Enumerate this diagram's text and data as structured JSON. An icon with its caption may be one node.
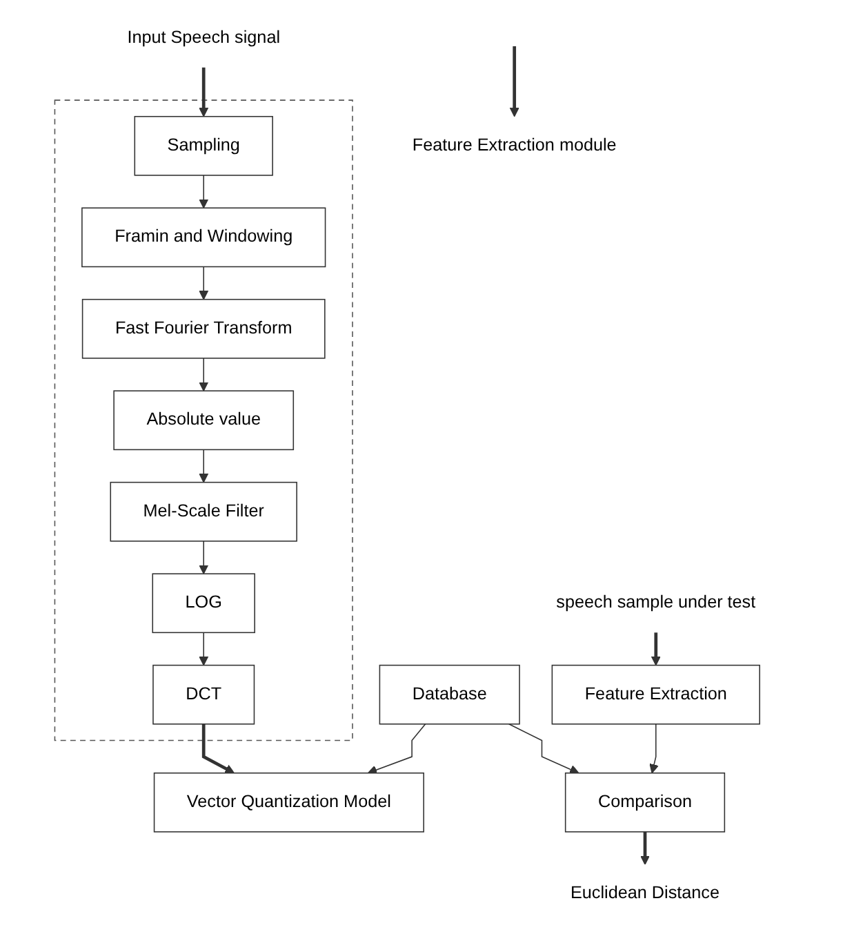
{
  "diagram": {
    "nodes": [
      {
        "text": [
          "Input Speech signal"
        ]
      },
      {
        "text": [],
        "shape": "box"
      },
      {
        "text": [
          "Sampling"
        ],
        "in": 1
      },
      {
        "text": [
          "Framin and Windowing"
        ],
        "in": 1
      },
      {
        "text": [
          "Fast Fourier Transform"
        ],
        "in": 1
      },
      {
        "text": [
          "Absolute value"
        ],
        "in": 1
      },
      {
        "text": [
          "Mel-Scale Filter"
        ],
        "in": 1
      },
      {
        "text": [
          "LOG"
        ],
        "in": 1
      },
      {
        "text": [
          "DCT"
        ],
        "in": 1
      },
      {
        "text": [
          "Feature Extraction module"
        ]
      },
      {
        "text": [
          "Database"
        ]
      },
      {
        "text": [
          "Vector Quantization Model"
        ]
      },
      {
        "text": [
          "speech sample under test"
        ]
      },
      {
        "text": [
          "Feature Extraction"
        ]
      },
      {
        "text": [
          "Comparison"
        ]
      },
      {
        "text": [
          "Euclidean Distance"
        ]
      }
    ],
    "edges": [
      {
        "from": 0,
        "to": 2,
        "arrow": "to",
        "style": "thick"
      },
      {
        "from": 2,
        "to": 3,
        "arrow": "to"
      },
      {
        "from": 3,
        "to": 4,
        "arrow": "to"
      },
      {
        "from": 4,
        "to": 5,
        "arrow": "to"
      },
      {
        "from": 5,
        "to": 6,
        "arrow": "to"
      },
      {
        "from": 6,
        "to": 7,
        "arrow": "to"
      },
      {
        "from": 7,
        "to": 8,
        "arrow": "to"
      },
      {
        "from": null,
        "to": 9,
        "arrow": "to",
        "style": "thick"
      },
      {
        "from": 8,
        "to": 11,
        "arrow": "to",
        "style": "thick"
      },
      {
        "from": 10,
        "to": 11,
        "arrow": "to"
      },
      {
        "from": 10,
        "to": 14,
        "arrow": "to"
      },
      {
        "from": 12,
        "to": 13,
        "arrow": "to",
        "style": "thick"
      },
      {
        "from": 13,
        "to": 14,
        "arrow": "to"
      },
      {
        "from": 14,
        "to": 15,
        "arrow": "to",
        "style": "thick"
      }
    ]
  }
}
